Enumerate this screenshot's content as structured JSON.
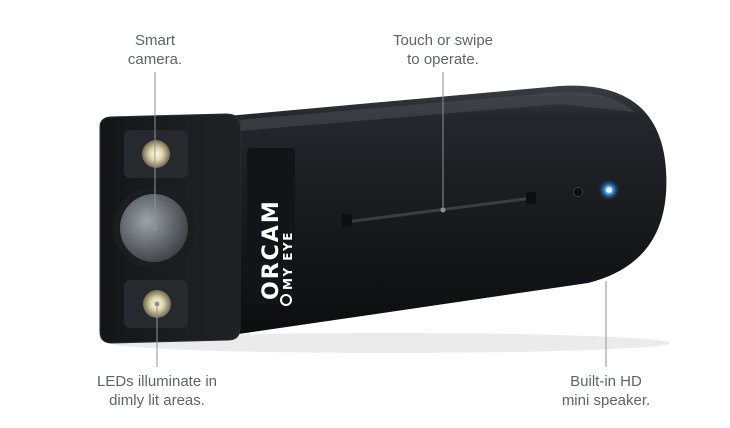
{
  "annotations": {
    "camera": "Smart\ncamera.",
    "touch": "Touch or swipe\nto operate.",
    "leds": "LEDs illuminate in\ndimly lit areas.",
    "speaker": "Built-in HD\nmini speaker."
  },
  "device": {
    "brand_top": "ORCAM",
    "brand_bottom": "MY EYE"
  },
  "colors": {
    "body": "#1b1d20",
    "text": "#5f6469",
    "leader": "#8e9398",
    "indicator": "#3fa3ff"
  }
}
